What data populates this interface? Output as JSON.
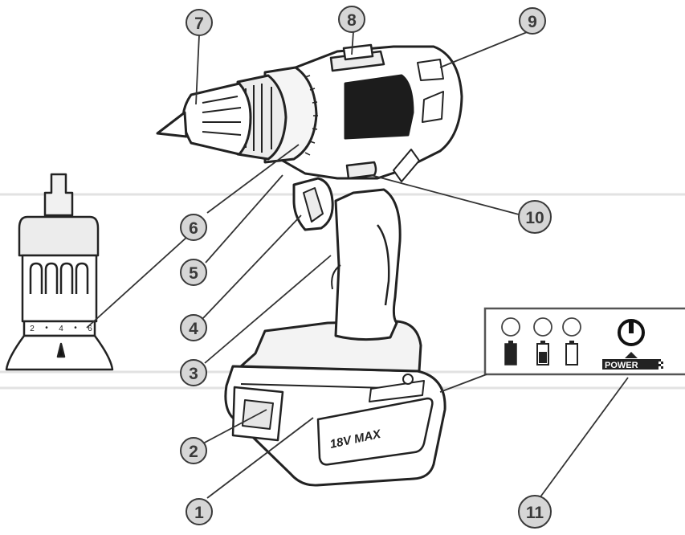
{
  "callouts": {
    "n1": "1",
    "n2": "2",
    "n3": "3",
    "n4": "4",
    "n5": "5",
    "n6a": "6",
    "n6b": "6",
    "n7": "7",
    "n8": "8",
    "n9": "9",
    "n10": "10",
    "n11": "11"
  },
  "battery_label": "18V MAX",
  "chuck_scale": {
    "t1": "2",
    "t2": "4",
    "t3": "6"
  },
  "panel": {
    "power_label": "POWER"
  },
  "colors": {
    "line": "#4a4a4a",
    "circle_fill": "#d6d6d6",
    "guide": "#e2e2e2"
  }
}
